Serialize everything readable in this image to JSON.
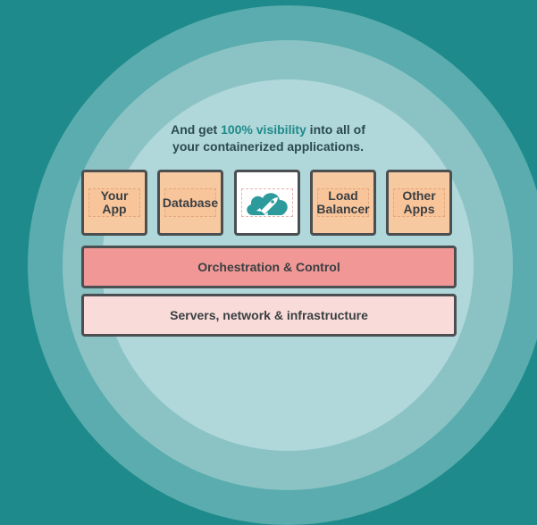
{
  "headline": {
    "prefix": "And get ",
    "highlight": "100% visibility",
    "suffix": " into all of",
    "line2": "your containerized applications."
  },
  "app_boxes": [
    {
      "label_line1": "Your App",
      "label_line2": ""
    },
    {
      "label_line1": "Database",
      "label_line2": ""
    },
    {
      "icon": "cloud-rocket-icon"
    },
    {
      "label_line1": "Load",
      "label_line2": "Balancer"
    },
    {
      "label_line1": "Other",
      "label_line2": "Apps"
    }
  ],
  "layers": {
    "orchestration": "Orchestration & Control",
    "infrastructure": "Servers, network & infrastructure"
  },
  "colors": {
    "background": "#1f8a8b",
    "accent": "#1f8a8b",
    "app_box": "#f7c9a0",
    "orchestration": "#f19896",
    "infrastructure": "#f9dcda"
  }
}
